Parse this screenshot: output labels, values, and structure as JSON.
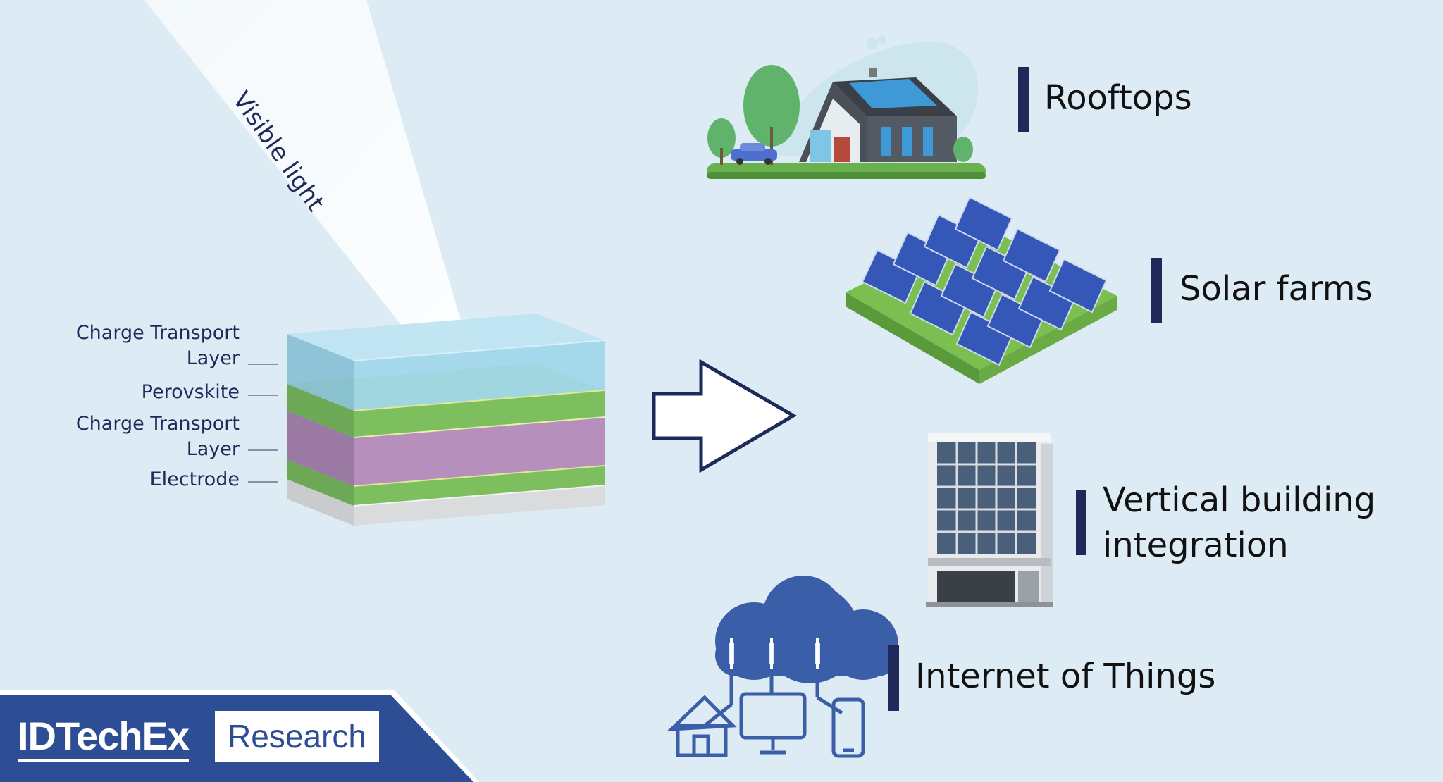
{
  "diagram": {
    "light_label": "Visible light",
    "layers": [
      {
        "label": "Charge Transport\nLayer",
        "color": "#9fd6ea"
      },
      {
        "label": "Perovskite",
        "color": "#b68fbd"
      },
      {
        "label": "Charge Transport\nLayer",
        "color": "#7dbf5e"
      },
      {
        "label": "Electrode",
        "color": "#d9dbdd"
      }
    ]
  },
  "applications": [
    {
      "label": "Rooftops",
      "icon": "house-solar-roof-icon"
    },
    {
      "label": "Solar farms",
      "icon": "solar-farm-icon"
    },
    {
      "label": "Vertical building\nintegration",
      "icon": "office-building-icon"
    },
    {
      "label": "Internet of Things",
      "icon": "iot-cloud-icon"
    }
  ],
  "branding": {
    "company": "IDTechEx",
    "division": "Research"
  },
  "colors": {
    "background": "#dcebf4",
    "accent_navy": "#1f2a5a",
    "brand_blue": "#2d4d94",
    "cloud_blue": "#3b5ea8"
  }
}
